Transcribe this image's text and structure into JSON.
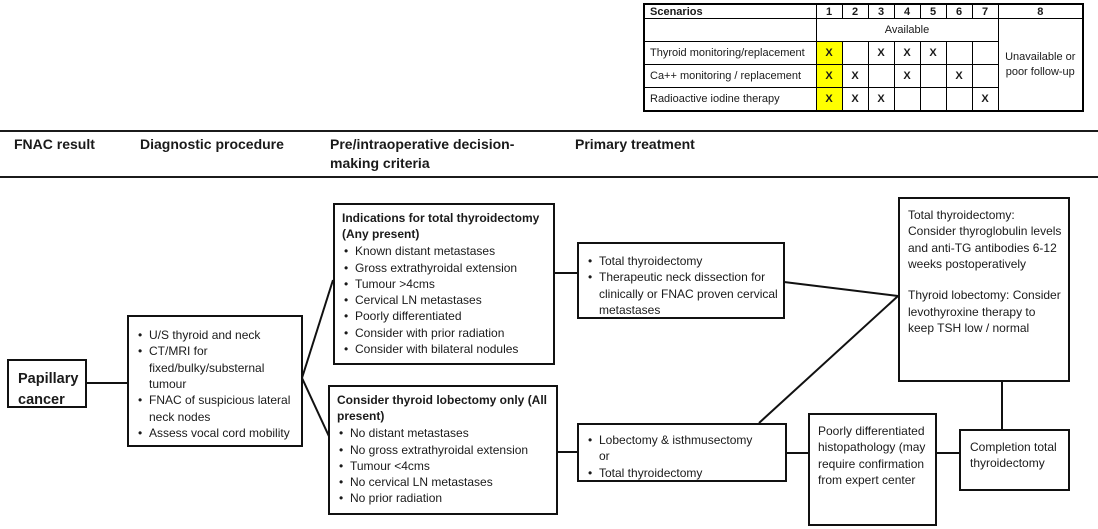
{
  "scenario_table": {
    "title": "Scenarios",
    "column_numbers": [
      "1",
      "2",
      "3",
      "4",
      "5",
      "6",
      "7",
      "8"
    ],
    "available_label": "Available",
    "unavailable_label": "Unavailable or poor follow-up",
    "highlight_color": "#ffff00",
    "rows": [
      {
        "label": "Thyroid monitoring/replacement",
        "marks": [
          "X",
          "",
          "X",
          "X",
          "X",
          "",
          ""
        ]
      },
      {
        "label": "Ca++ monitoring / replacement",
        "marks": [
          "X",
          "X",
          "",
          "X",
          "",
          "X",
          ""
        ]
      },
      {
        "label": "Radioactive iodine therapy",
        "marks": [
          "X",
          "X",
          "X",
          "",
          "",
          "",
          "X"
        ]
      }
    ]
  },
  "column_headers": {
    "fnac": "FNAC result",
    "diagnostic": "Diagnostic procedure",
    "criteria": "Pre/intraoperative decision-making criteria",
    "primary": "Primary treatment"
  },
  "flowchart": {
    "papillary": {
      "label": "Papillary cancer"
    },
    "diagnostic": {
      "bullets": [
        "U/S thyroid and neck",
        "CT/MRI for fixed/bulky/substernal tumour",
        "FNAC of suspicious lateral neck nodes",
        "Assess vocal cord mobility"
      ]
    },
    "indications": {
      "title": "Indications for total thyroidectomy (Any present)",
      "bullets": [
        "Known distant metastases",
        "Gross extrathyroidal extension",
        "Tumour >4cms",
        "Cervical LN metastases",
        "Poorly differentiated",
        "Consider with prior radiation",
        "Consider with bilateral nodules"
      ]
    },
    "lobectomy_criteria": {
      "title": "Consider thyroid lobectomy only (All present)",
      "bullets": [
        "No distant metastases",
        "No gross extrathyroidal extension",
        "Tumour <4cms",
        "No cervical LN metastases",
        "No prior radiation"
      ]
    },
    "total_thyroidectomy_treatment": {
      "bullets": [
        "Total thyroidectomy",
        "Therapeutic neck dissection for clinically or FNAC proven cervical metastases"
      ]
    },
    "lobectomy_treatment": {
      "items": [
        "Lobectomy & isthmusectomy",
        "or",
        "Total thyroidectomy"
      ]
    },
    "followup": {
      "para1": "Total thyroidectomy: Consider thyroglobulin levels and anti-TG antibodies 6-12 weeks postoperatively",
      "para2": "Thyroid lobectomy: Consider levothyroxine therapy to keep TSH low / normal"
    },
    "poorly_differentiated": {
      "text": "Poorly differentiated histopathology (may require confirmation from expert center"
    },
    "completion": {
      "text": "Completion total thyroidectomy"
    }
  }
}
